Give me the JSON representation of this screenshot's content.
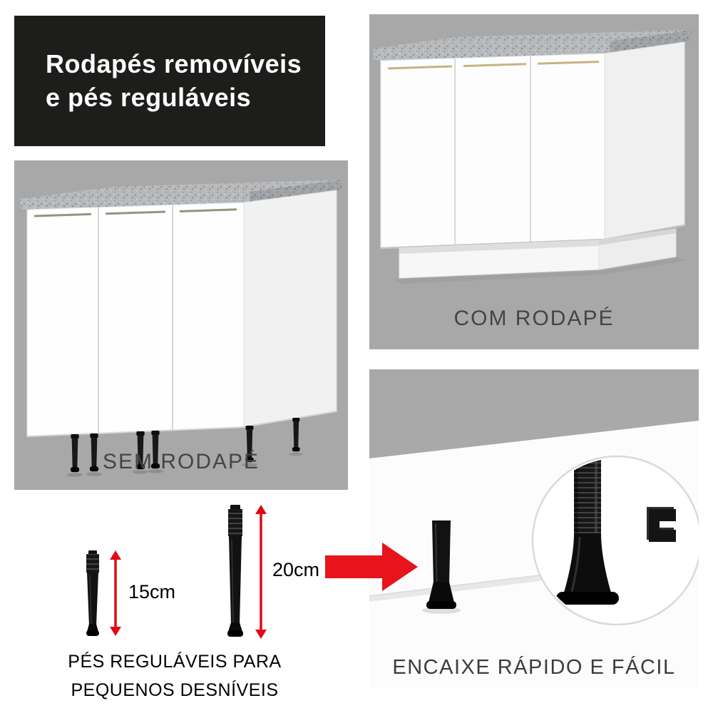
{
  "header": {
    "line1": "Rodapés removíveis",
    "line2": "e pés reguláveis"
  },
  "panels": {
    "sem_rodape": "SEM RODAPÉ",
    "com_rodape": "COM RODAPÉ",
    "encaixe": "ENCAIXE RÁPIDO E FÁCIL"
  },
  "feet": {
    "small_label": "15cm",
    "large_label": "20cm",
    "caption_line1": "PÉS REGULÁVEIS PARA",
    "caption_line2": "PEQUENOS DESNÍVEIS"
  },
  "colors": {
    "header_bg": "#1d1d1b",
    "panel_gray": "#a8a8a8",
    "accent_red": "#e8141b",
    "measure_red": "#e30613",
    "countertop_speckle_gray": "#b7babc",
    "cabinet_white": "#fdfdfd",
    "foot_black": "#121212"
  }
}
